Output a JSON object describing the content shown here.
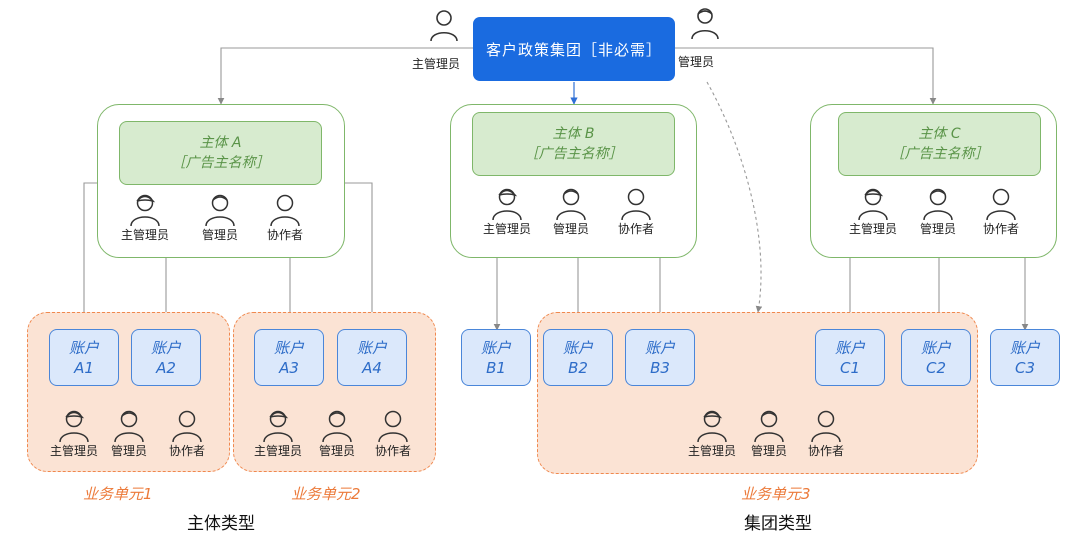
{
  "top_node": {
    "label": "客户政策集团［非必需］"
  },
  "top_admins": {
    "left": "主管理员",
    "right": "管理员"
  },
  "entities": [
    {
      "title": "主体 A",
      "subtitle": "［广告主名称］"
    },
    {
      "title": "主体 B",
      "subtitle": "［广告主名称］"
    },
    {
      "title": "主体 C",
      "subtitle": "［广告主名称］"
    }
  ],
  "roles": {
    "main_admin": "主管理员",
    "admin": "管理员",
    "collaborator": "协作者"
  },
  "accounts": [
    {
      "line1": "账户",
      "line2": "A1"
    },
    {
      "line1": "账户",
      "line2": "A2"
    },
    {
      "line1": "账户",
      "line2": "A3"
    },
    {
      "line1": "账户",
      "line2": "A4"
    },
    {
      "line1": "账户",
      "line2": "B1"
    },
    {
      "line1": "账户",
      "line2": "B2"
    },
    {
      "line1": "账户",
      "line2": "B3"
    },
    {
      "line1": "账户",
      "line2": "C1"
    },
    {
      "line1": "账户",
      "line2": "C2"
    },
    {
      "line1": "账户",
      "line2": "C3"
    }
  ],
  "units": [
    {
      "label": "业务单元1"
    },
    {
      "label": "业务单元2"
    },
    {
      "label": "业务单元3"
    }
  ],
  "types": {
    "entity_type": "主体类型",
    "group_type": "集团类型"
  },
  "colors": {
    "top_node": "#1a6be0",
    "entity_border": "#7fb76a",
    "entity_fill": "#d7ebcf",
    "account_border": "#4a86d9",
    "account_fill": "#dbe8fb",
    "unit_border": "#f0884e",
    "unit_fill": "#fbe3d4",
    "unit_text": "#ec7a3a"
  }
}
